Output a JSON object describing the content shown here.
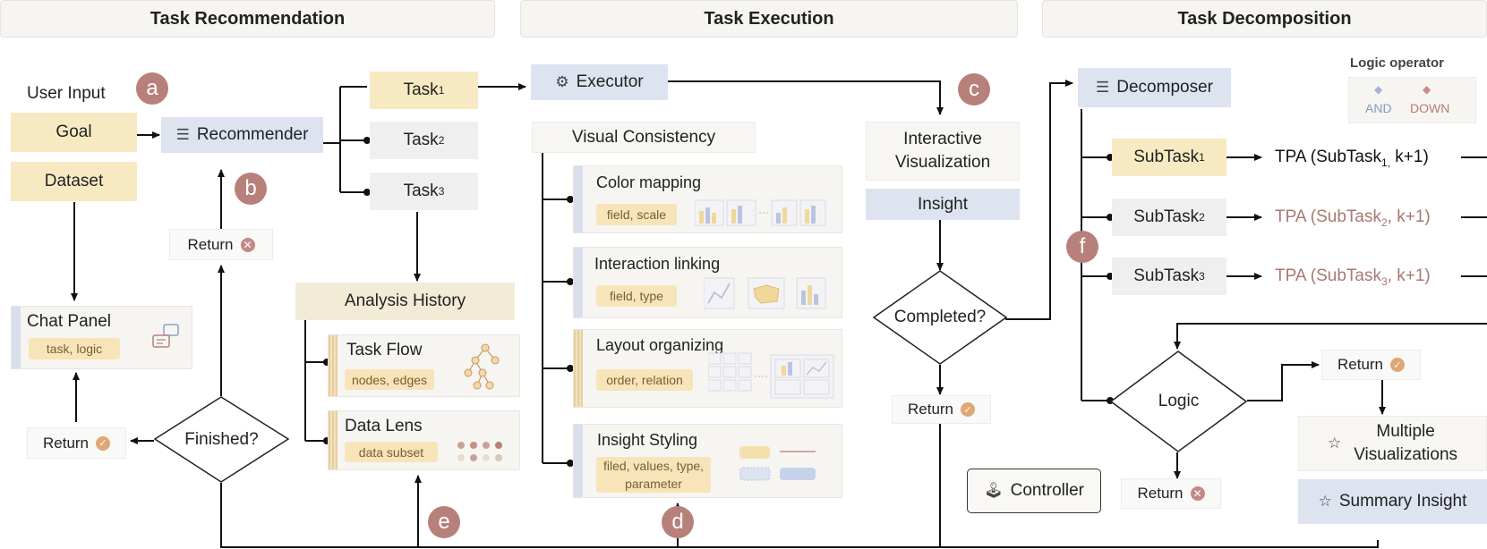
{
  "headers": {
    "recommendation": "Task Recommendation",
    "execution": "Task Execution",
    "decomposition": "Task Decomposition"
  },
  "recommendation": {
    "user_input": "User Input",
    "goal": "Goal",
    "dataset": "Dataset",
    "recommender": "Recommender",
    "return_b": "Return",
    "chat_panel": "Chat Panel",
    "chat_pill": "task, logic",
    "finished": "Finished?",
    "return_ok": "Return"
  },
  "tasks": [
    {
      "label": "Task",
      "sub": "1"
    },
    {
      "label": "Task",
      "sub": "2"
    },
    {
      "label": "Task",
      "sub": "3"
    }
  ],
  "history": {
    "title": "Analysis History",
    "task_flow": "Task Flow",
    "task_flow_pill": "nodes, edges",
    "data_lens": "Data Lens",
    "data_lens_pill": "data subset"
  },
  "execution": {
    "executor": "Executor",
    "visual_consistency": "Visual Consistency",
    "color_mapping": "Color mapping",
    "color_mapping_pill": "field, scale",
    "interaction_linking": "Interaction linking",
    "interaction_linking_pill": "field, type",
    "layout_organizing": "Layout organizing",
    "layout_organizing_pill": "order, relation",
    "insight_styling": "Insight Styling",
    "insight_styling_pill": "filed, values, type, parameter",
    "interactive_vis_1": "Interactive",
    "interactive_vis_2": "Visualization",
    "insight": "Insight",
    "completed": "Completed?",
    "return_ok": "Return"
  },
  "decomposition": {
    "decomposer": "Decomposer",
    "logic_operator": "Logic operator",
    "and": "AND",
    "down": "DOWN",
    "subtasks": [
      {
        "label": "SubTask",
        "sub": "1",
        "tpa_pre": "TPA (SubTask",
        "tpa_sub": "1,",
        "tpa_post": " k+1)"
      },
      {
        "label": "SubTask",
        "sub": "2",
        "tpa_pre": "TPA (SubTask",
        "tpa_sub": "2",
        "tpa_post": ", k+1)"
      },
      {
        "label": "SubTask",
        "sub": "3",
        "tpa_pre": "TPA (SubTask",
        "tpa_sub": "3",
        "tpa_post": ", k+1)"
      }
    ],
    "logic": "Logic",
    "return_ok": "Return",
    "return_x": "Return",
    "multiple_vis_1": "Multiple",
    "multiple_vis_2": "Visualizations",
    "summary_insight": "Summary Insight",
    "controller": "Controller"
  },
  "badges": {
    "a": "a",
    "b": "b",
    "c": "c",
    "d": "d",
    "e": "e",
    "f": "f"
  },
  "colors": {
    "goal_yellow": "#f7e9c2",
    "module_blue": "#dde3ef",
    "badge": "#b8807b",
    "tpa_faded": "#a87872"
  }
}
